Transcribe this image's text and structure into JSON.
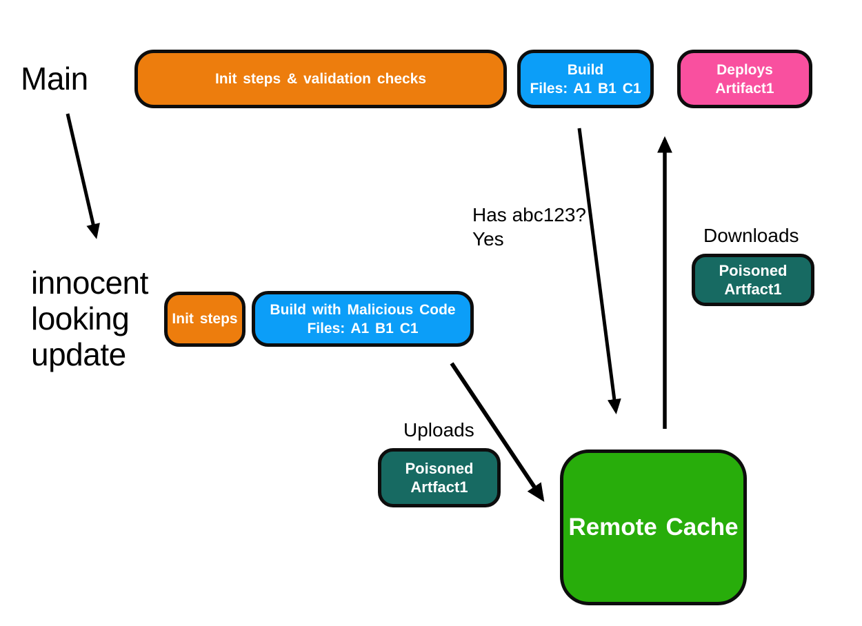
{
  "diagram": {
    "title_semantics": "CI cache poisoning flow",
    "labels": {
      "main": "Main",
      "innocent_lines": [
        "innocent",
        "looking",
        "update"
      ],
      "cache_check_line1": "Has abc123?",
      "cache_check_line2": "Yes",
      "downloads": "Downloads",
      "uploads": "Uploads"
    },
    "nodes": {
      "init_validation": {
        "label": "Init steps & validation checks",
        "color": "#ED7D0D"
      },
      "build_main": {
        "line1": "Build",
        "line2": "Files: A1 B1 C1",
        "color": "#0C9EF8"
      },
      "deploys": {
        "line1": "Deploys",
        "line2": "Artifact1",
        "color": "#F9509F"
      },
      "init_steps": {
        "label": "Init steps",
        "color": "#ED7D0D"
      },
      "build_malicious": {
        "line1": "Build with Malicious Code",
        "line2": "Files: A1 B1 C1",
        "color": "#0C9EF8"
      },
      "poisoned_download": {
        "line1": "Poisoned",
        "line2": "Artfact1",
        "color": "#176A62"
      },
      "poisoned_upload": {
        "line1": "Poisoned",
        "line2": "Artfact1",
        "color": "#176A62"
      },
      "remote_cache": {
        "label": "Remote Cache",
        "color": "#28AD0B"
      }
    },
    "colors": {
      "background": "#FFFFFF",
      "node_border": "#0D0D0D",
      "node_text": "#FFFFFF",
      "free_text": "#000000",
      "arrow": "#000000"
    }
  }
}
